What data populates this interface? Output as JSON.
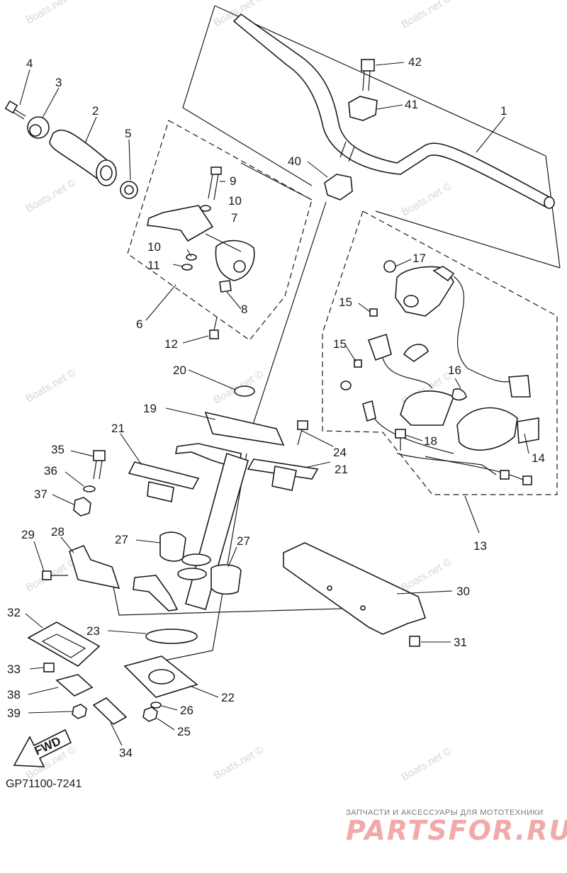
{
  "watermark": "Boats.net ©",
  "diagram_code": "GP71100-7241",
  "advert": {
    "tagline": "ЗАПЧАСТИ И АКСЕССУАРЫ ДЛЯ МОТОТЕХНИКИ",
    "logo": "PARTSFOR.RU"
  },
  "fwd_label": "FWD",
  "callouts": [
    "1",
    "2",
    "3",
    "4",
    "5",
    "6",
    "7",
    "8",
    "9",
    "10",
    "10",
    "11",
    "12",
    "13",
    "14",
    "15",
    "15",
    "16",
    "17",
    "18",
    "19",
    "20",
    "21",
    "21",
    "22",
    "23",
    "24",
    "25",
    "26",
    "27",
    "27",
    "28",
    "29",
    "30",
    "31",
    "32",
    "33",
    "34",
    "35",
    "36",
    "37",
    "38",
    "39",
    "40",
    "41",
    "42"
  ]
}
